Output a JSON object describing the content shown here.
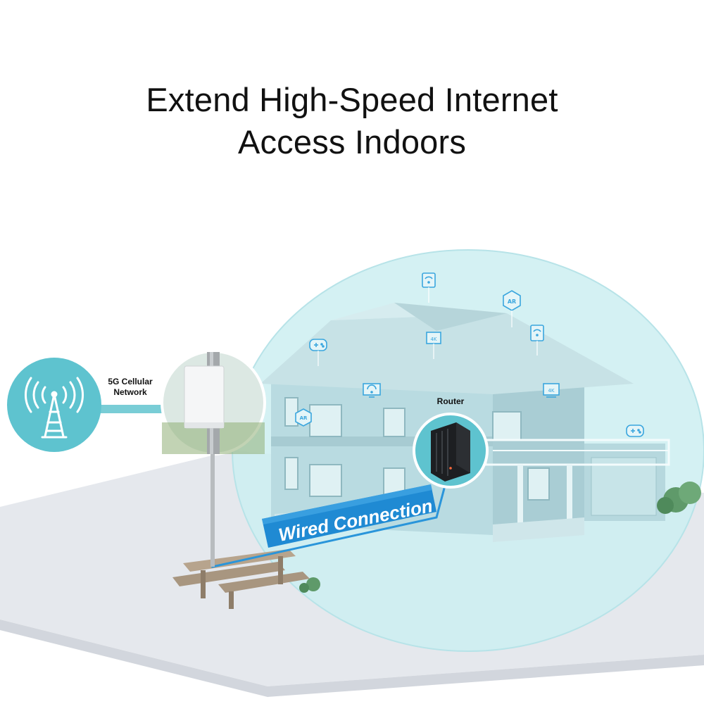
{
  "headline": {
    "line1": "Extend High-Speed Internet",
    "line2": "Access Indoors"
  },
  "labels": {
    "cellular_network": "5G Cellular Network",
    "router": "Router",
    "wired_connection": "Wired Connection"
  },
  "device_badges": [
    {
      "icon": "tablet-wifi-icon",
      "text": ""
    },
    {
      "icon": "ar-headset-icon",
      "text": "AR"
    },
    {
      "icon": "gamepad-icon",
      "text": ""
    },
    {
      "icon": "tv-4k-icon",
      "text": "4K"
    },
    {
      "icon": "tablet-wifi-icon",
      "text": ""
    },
    {
      "icon": "monitor-wifi-icon",
      "text": ""
    },
    {
      "icon": "tv-4k-icon",
      "text": "4K"
    },
    {
      "icon": "ar-headset-icon",
      "text": "AR"
    },
    {
      "icon": "gamepad-icon",
      "text": ""
    }
  ],
  "colors": {
    "coverage_dome": "#cfeef0",
    "house": "#b9dde3",
    "accent_blue": "#1f8fd6",
    "tower_circle": "#5bc2cf",
    "ground": "#e4e7ec"
  }
}
